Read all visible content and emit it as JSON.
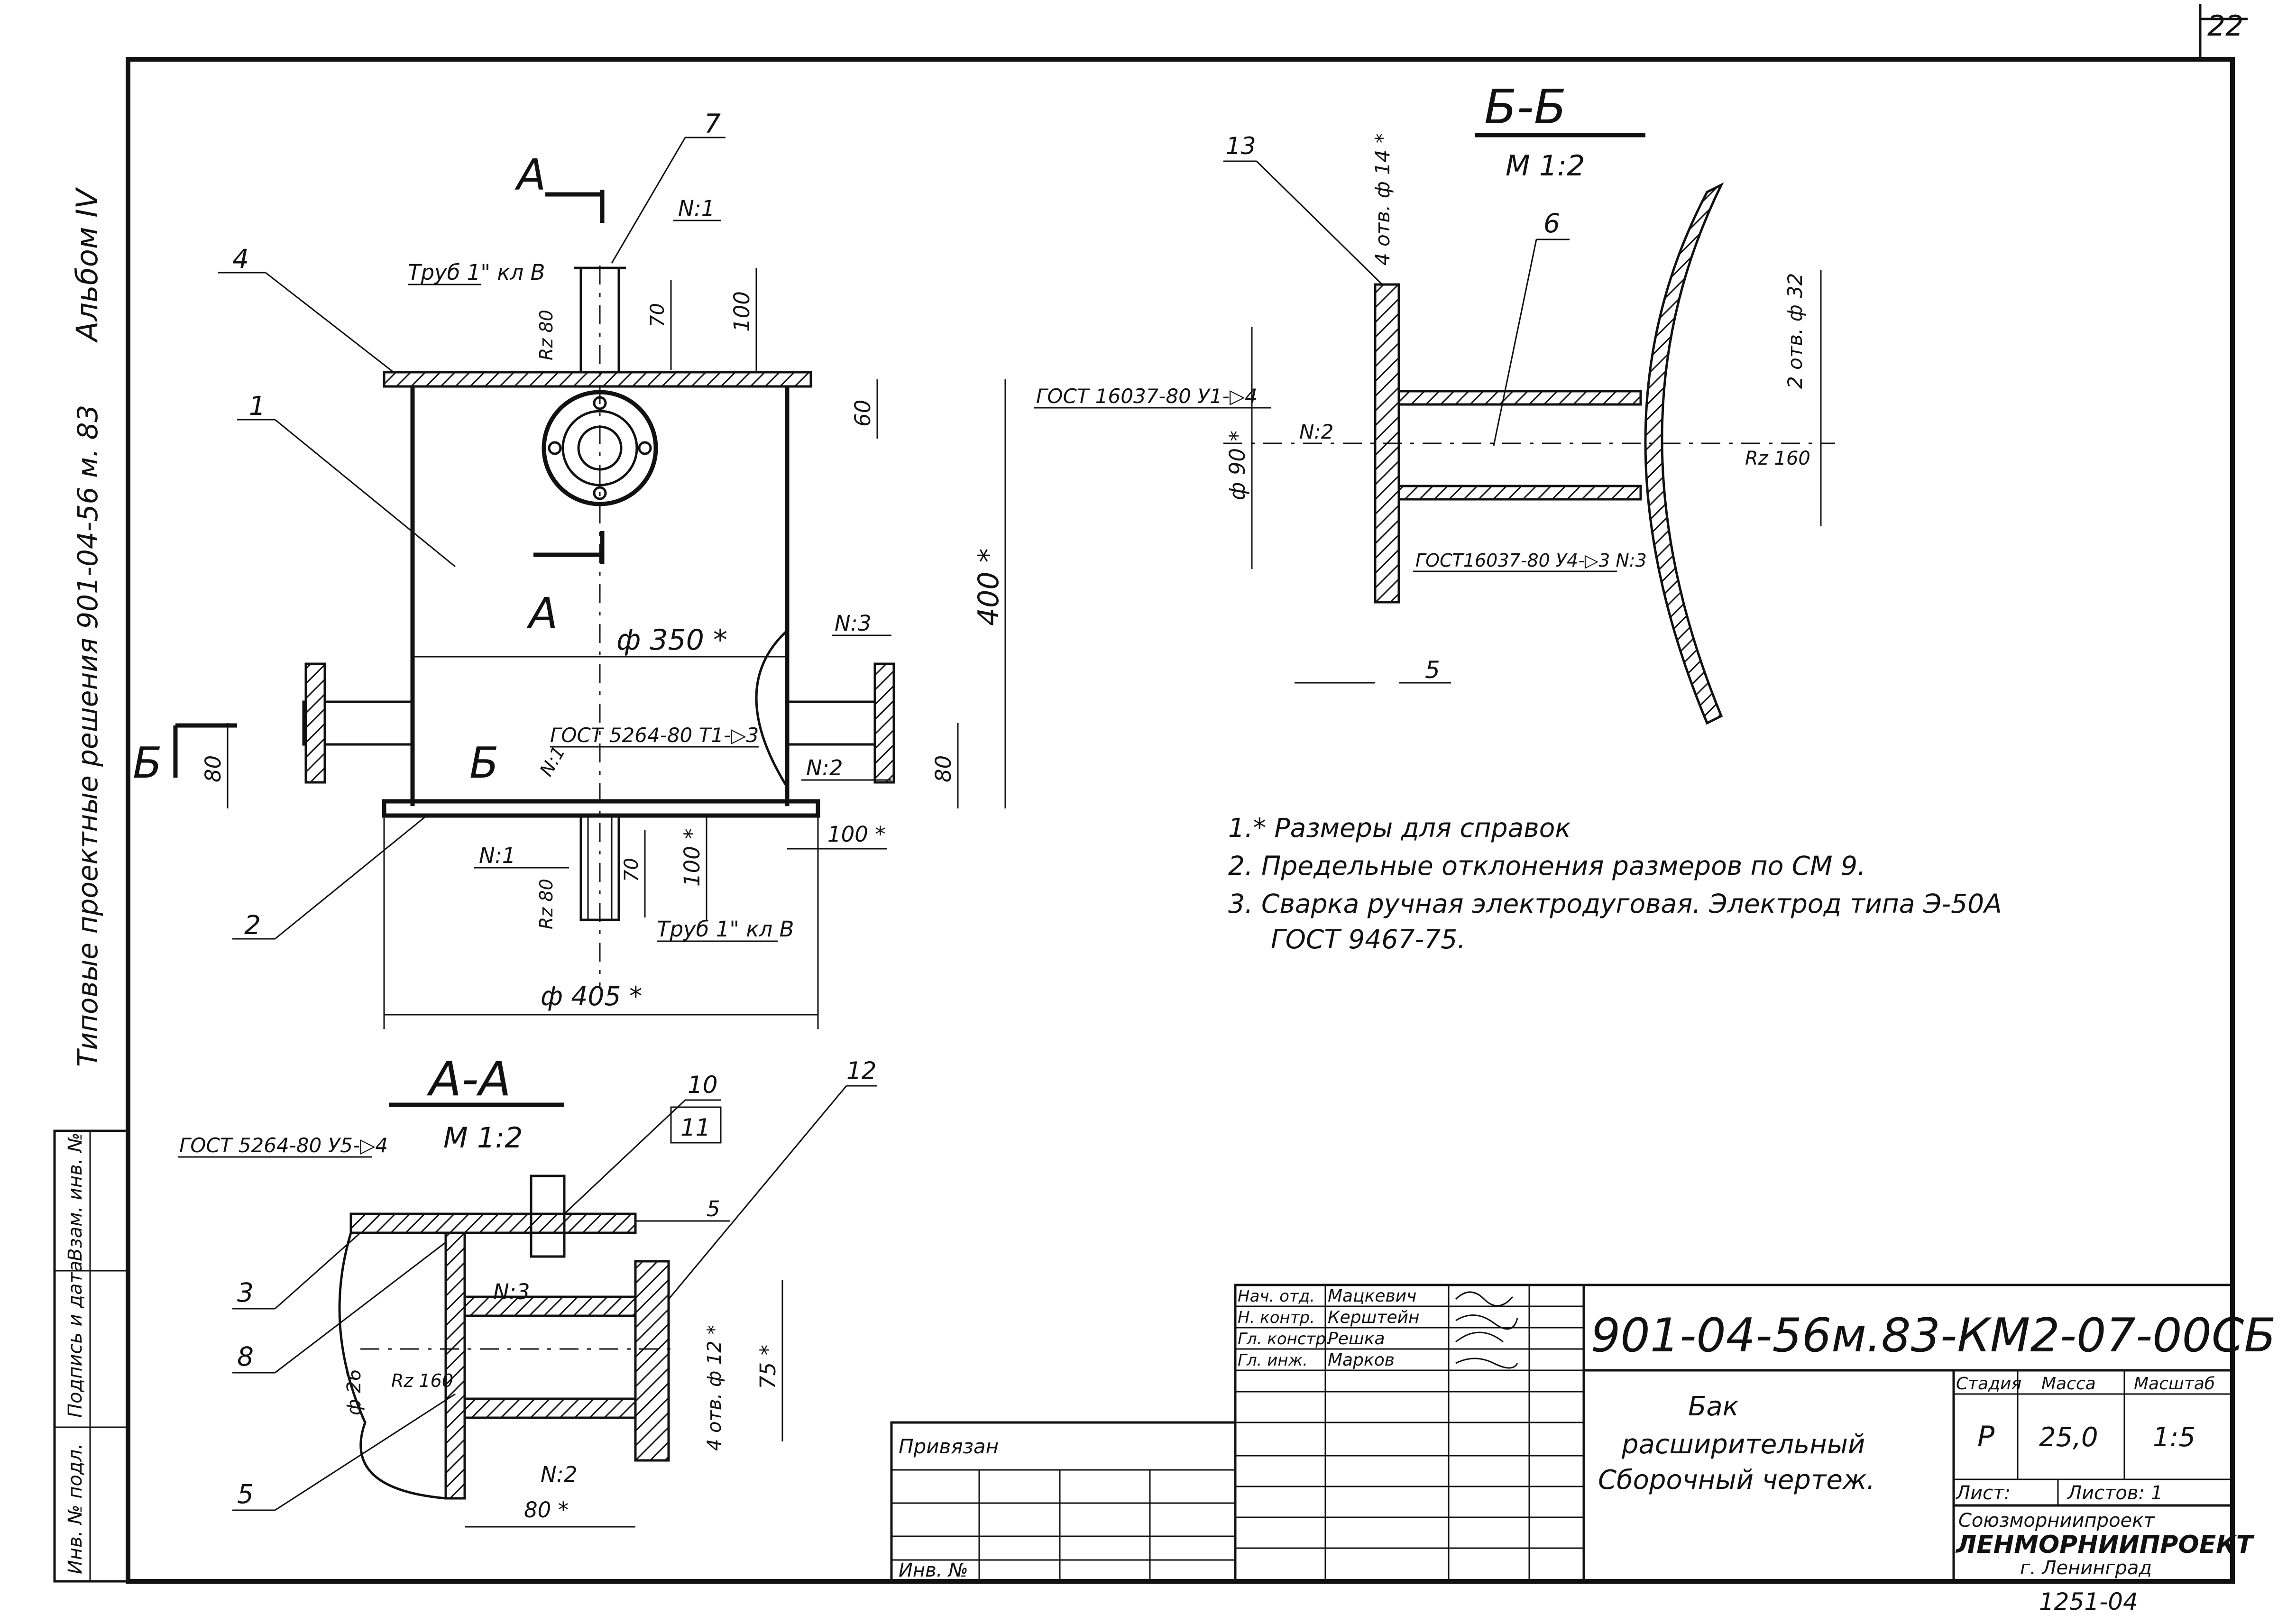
{
  "sheet_number": "22",
  "side_texts": {
    "album": "Альбом IV",
    "project": "Типовые проектные решения 901-04-56 м. 83"
  },
  "left_stamp_labels": [
    "Взам. инв. №",
    "Подпись и дата",
    "Инв. № подл."
  ],
  "section_aa": {
    "title": "А-А",
    "scale": "М 1:2"
  },
  "section_bb": {
    "title": "Б-Б",
    "scale": "М 1:2"
  },
  "labels": {
    "cut_a": "А",
    "cut_b": "Б",
    "view_a": "А",
    "pipe_top": "Труб 1\" кл В",
    "pipe_bottom": "Труб 1\" кл В",
    "weld_n1": "N:1",
    "weld_n1b": "N:1",
    "weld_n2": "N:2",
    "weld_n3": "N:3",
    "weld_n1c": "N:1",
    "gost_5264_t1": "ГОСТ 5264-80 Т1-▷3",
    "gost_5264_u5": "ГОСТ 5264-80 У5-▷4",
    "gost_16037_u1": "ГОСТ 16037-80 У1-▷4",
    "gost_16037_u4": "ГОСТ16037-80 У4-▷3 N:3",
    "rz80_a": "Rz 80",
    "rz80_b": "Rz 80",
    "rz160_a": "Rz 160",
    "rz160_b": "Rz 160",
    "bb_n2": "N:2",
    "aa_n3": "N:3",
    "aa_n2": "N:2",
    "holes_14": "4 отв. ф 14 *",
    "holes_32": "2 отв. ф 32",
    "holes_12": "4 отв. ф 12 *"
  },
  "dimensions": {
    "d_350": "ф 350 *",
    "d_405": "ф 405 *",
    "h_400": "400 *",
    "h_100_top": "100",
    "h_70_top": "70",
    "h_60": "60",
    "h_80_left": "80",
    "h_80_right": "80",
    "w_100": "100 *",
    "h_100_bot": "100 *",
    "h_70_bot": "70",
    "d_90": "ф 90 *",
    "w_5_bb": "5",
    "d_26": "ф 26",
    "h_75": "75 *",
    "w_80_aa": "80 *",
    "w_5_aa": "5"
  },
  "callouts": [
    "1",
    "2",
    "3",
    "4",
    "5",
    "5",
    "6",
    "7",
    "8",
    "10",
    "11",
    "12",
    "13"
  ],
  "notes": [
    "1.* Размеры для справок",
    "2. Предельные отклонения размеров по СМ 9.",
    "3. Сварка ручная электродуговая. Электрод типа Э-50А",
    "ГОСТ 9467-75."
  ],
  "title_block": {
    "document_code": "901-04-56м.83-КМ2-07-00СБ",
    "roles": [
      "Нач. отд.",
      "Н. контр.",
      "Гл. констр.",
      "Гл. инж."
    ],
    "names": [
      "Мацкевич",
      "Керштейн",
      "Решка",
      "Марков"
    ],
    "attached": "Привязан",
    "inv_no": "Инв. №",
    "name_lines": [
      "Бак",
      "расширительный",
      "Сборочный чертеж."
    ],
    "col_stage": "Стадия",
    "col_mass": "Масса",
    "col_scale": "Масштаб",
    "stage": "Р",
    "mass": "25,0",
    "scale": "1:5",
    "sheet": "Лист:",
    "sheets": "Листов: 1",
    "org_line1": "Союзморниипроект",
    "org_line2": "ЛЕНМОРНИИПРОЕКТ",
    "org_line3": "г. Ленинград",
    "bottom_stamp": "1251-04"
  }
}
